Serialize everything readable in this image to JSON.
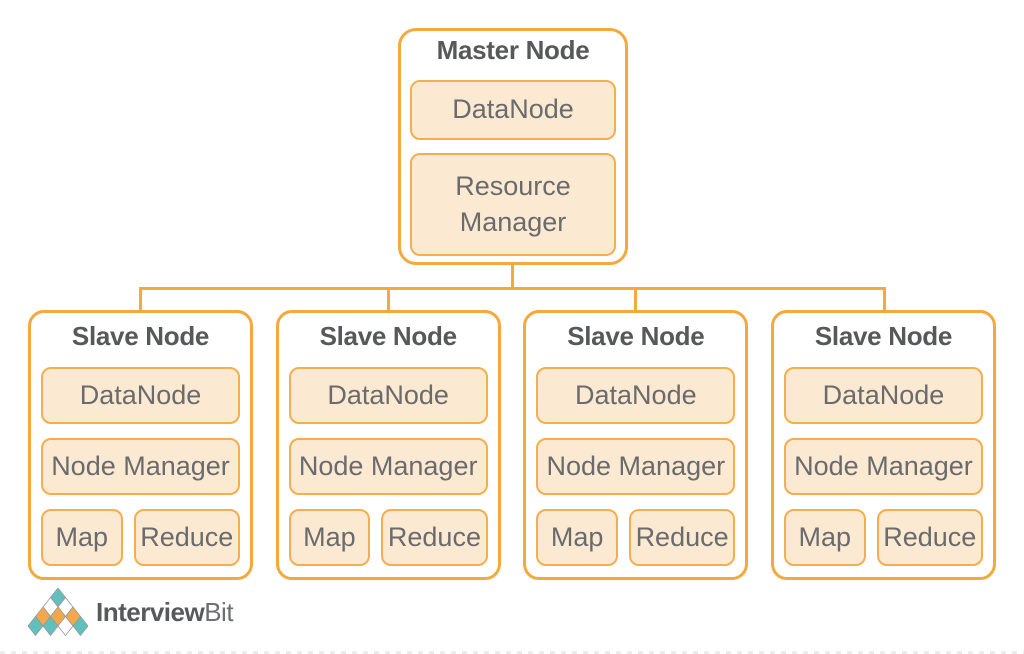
{
  "colors": {
    "accent-orange": "#F5A93D",
    "inner-border": "#F4AD4F",
    "inner-fill": "#FBEAD1",
    "title-text": "#57585A",
    "label-text": "#6A6B6E",
    "logo-teal": "#61C0BB",
    "logo-orange": "#F2A94B",
    "logo-outline": "#97999C",
    "brand-text": "#58595B"
  },
  "diagram": {
    "master": {
      "title": "Master Node",
      "components": [
        "DataNode",
        "Resource Manager"
      ]
    },
    "slaves": [
      {
        "title": "Slave Node",
        "components": [
          "DataNode",
          "Node Manager"
        ],
        "tasks": [
          "Map",
          "Reduce"
        ]
      },
      {
        "title": "Slave Node",
        "components": [
          "DataNode",
          "Node Manager"
        ],
        "tasks": [
          "Map",
          "Reduce"
        ]
      },
      {
        "title": "Slave Node",
        "components": [
          "DataNode",
          "Node Manager"
        ],
        "tasks": [
          "Map",
          "Reduce"
        ]
      },
      {
        "title": "Slave Node",
        "components": [
          "DataNode",
          "Node Manager"
        ],
        "tasks": [
          "Map",
          "Reduce"
        ]
      }
    ]
  },
  "footer": {
    "brand": {
      "bold": "Interview",
      "light": "Bit"
    },
    "logo_rows": [
      [
        "teal"
      ],
      [
        "white",
        "white"
      ],
      [
        "orange",
        "orange",
        "orange"
      ],
      [
        "teal",
        "teal",
        "white",
        "teal"
      ]
    ]
  }
}
